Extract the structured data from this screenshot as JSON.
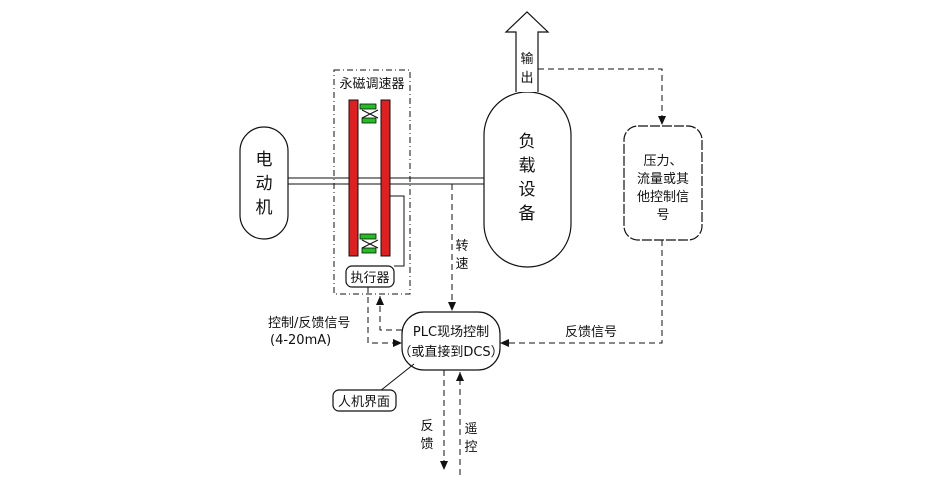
{
  "nodes": {
    "motor": "电动机",
    "coupler": "永磁调速器",
    "actuator": "执行器",
    "load": "负载设备",
    "output": "输出",
    "signal_source": "压力、流量或其他控制信号",
    "plc_line1": "PLC现场控制",
    "plc_line2": "（或直接到DCS）",
    "hmi": "人机界面"
  },
  "edges": {
    "speed": "转速",
    "feedback_signal": "反馈信号",
    "ctrl_feedback_line1": "控制/反馈信号",
    "ctrl_feedback_line2": "(4-20mA)",
    "feedback_down": "反馈",
    "remote_ctrl": "遥控"
  },
  "colors": {
    "rotor_red": "#e02020",
    "magnet_green": "#20c020",
    "line": "#111111"
  }
}
